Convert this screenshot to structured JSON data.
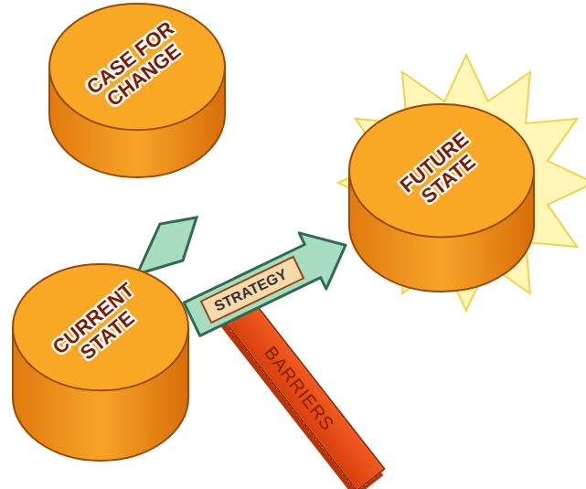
{
  "diagram": {
    "nodes": [
      {
        "text": [
          "CASE FOR CHANGE"
        ]
      },
      {
        "text": [
          "FUTURE STATE"
        ]
      },
      {
        "text": [
          "CURRENT STATE"
        ]
      },
      {
        "text": [
          "BARRIERS"
        ]
      }
    ],
    "edges": [
      {
        "from": 2,
        "to": 1,
        "label": "STRATEGY",
        "arrow": "to"
      }
    ]
  }
}
